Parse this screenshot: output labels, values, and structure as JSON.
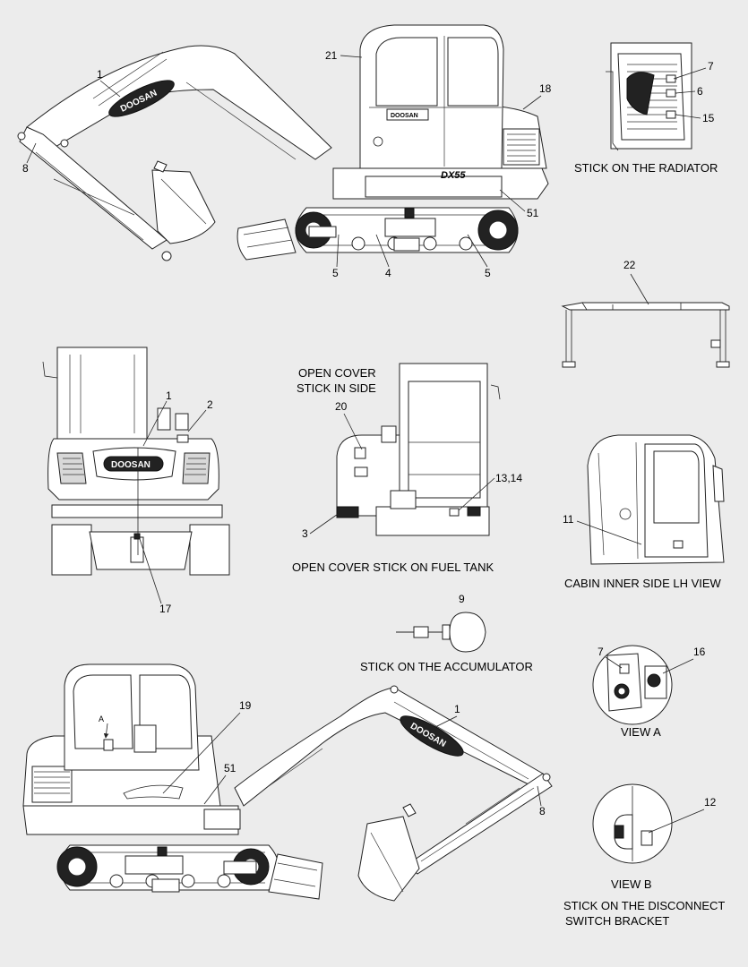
{
  "captions": {
    "radiator": "STICK ON THE RADIATOR",
    "open_cover_1": "OPEN COVER",
    "open_cover_2": "STICK IN SIDE",
    "fuel_tank": "OPEN COVER STICK ON FUEL TANK",
    "cabin_inner": "CABIN INNER SIDE LH VIEW",
    "accumulator": "STICK ON THE ACCUMULATOR",
    "view_a": "VIEW A",
    "view_b": "VIEW B",
    "disconnect_1": "STICK ON THE DISCONNECT",
    "disconnect_2": "SWITCH BRACKET"
  },
  "branding": {
    "decal": "DOOSAN",
    "door_decal": "DOOSAN",
    "model": "DX55",
    "view_letter_a": "A"
  },
  "callouts": {
    "top_1": "1",
    "top_21": "21",
    "top_18": "18",
    "top_8": "8",
    "top_51": "51",
    "top_5a": "5",
    "top_4": "4",
    "top_5b": "5",
    "rad_7": "7",
    "rad_6": "6",
    "rad_15": "15",
    "canopy_22": "22",
    "rear_1": "1",
    "rear_2": "2",
    "rear_17": "17",
    "tank_20": "20",
    "tank_13_14": "13,14",
    "tank_3": "3",
    "cab_11": "11",
    "acc_9": "9",
    "va_7": "7",
    "va_16": "16",
    "bot_19": "19",
    "bot_1": "1",
    "bot_51": "51",
    "bot_8": "8",
    "vb_12": "12"
  }
}
